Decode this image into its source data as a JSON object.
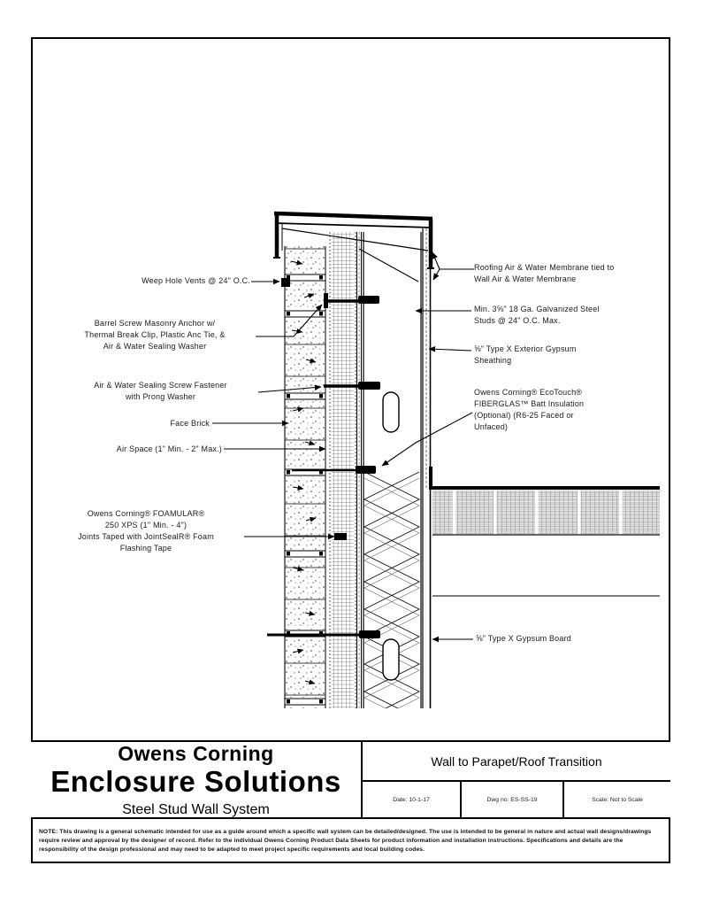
{
  "sheet": {
    "company_line1": "Owens Corning",
    "company_line2": "Enclosure Solutions",
    "company_line3": "Steel Stud Wall System",
    "drawing_title": "Wall to Parapet/Roof Transition",
    "info_cells": [
      {
        "label": "Date: 10-1-17"
      },
      {
        "label": "Dwg no: ES-SS-19"
      },
      {
        "label": "Scale: Not to Scale"
      }
    ],
    "note": "NOTE: This drawing is a general schematic intended for use as a guide around which a specific wall system can be detailed/designed. The use is intended to be general in nature and actual wall designs/drawings require review and approval by the designer of record. Refer to the individual Owens Corning Product Data Sheets for product information and installation instructions. Specifications and details are the responsibility of the design professional and may need to be adapted to meet project specific requirements and local building codes."
  },
  "annotations": {
    "left": [
      {
        "text": "Weep Hole Vents @ 24\" O.C."
      },
      {
        "text": "Barrel Screw Masonry Anchor w/\nThermal Break Clip, Plastic Anc Tie, &\nAir & Water Sealing Washer"
      },
      {
        "text": "Air & Water Sealing Screw Fastener\nwith Prong Washer"
      },
      {
        "text": "Face Brick"
      },
      {
        "text": "Air Space (1\" Min. - 2\" Max.)"
      },
      {
        "text": "Owens Corning® FOAMULAR®\n250 XPS (1\" Min. - 4\")\nJoints Taped with JointSealR® Foam\nFlashing Tape"
      }
    ],
    "right": [
      {
        "text": "Roofing Air & Water Membrane tied to\nWall Air & Water Membrane"
      },
      {
        "text": "Min. 3⅝\" 18 Ga. Galvanized Steel\nStuds @ 24\" O.C. Max."
      },
      {
        "text": "⅝\" Type X Exterior Gypsum\nSheathing"
      },
      {
        "text": "Owens Corning® EcoTouch®\nFIBERGLAS™ Batt Insulation\n(Optional) (R6-25 Faced or\nUnfaced)"
      },
      {
        "text": "⅝\" Type X Gypsum Board"
      }
    ]
  }
}
